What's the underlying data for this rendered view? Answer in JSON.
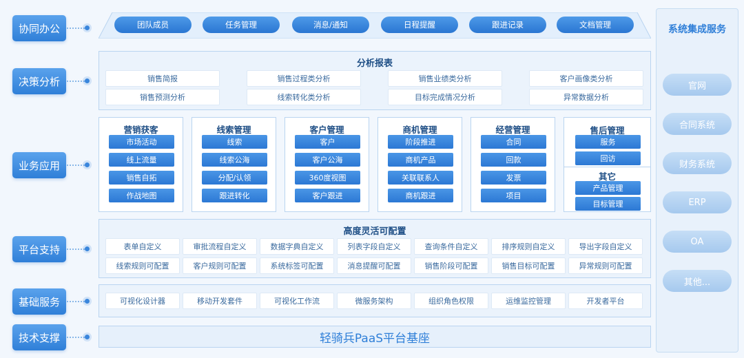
{
  "layers": {
    "collab": "协同办公",
    "decision": "决策分析",
    "business": "业务应用",
    "platform": "平台支持",
    "base": "基础服务",
    "tech": "技术支撑"
  },
  "collab_items": [
    "团队成员",
    "任务管理",
    "消息/通知",
    "日程提醒",
    "跟进记录",
    "文档管理"
  ],
  "report": {
    "title": "分析报表",
    "row1": [
      "销售简报",
      "销售过程类分析",
      "销售业绩类分析",
      "客户画像类分析"
    ],
    "row2": [
      "销售预测分析",
      "线索转化类分析",
      "目标完成情况分析",
      "异常数据分析"
    ]
  },
  "modules": [
    {
      "title": "营销获客",
      "items": [
        "市场活动",
        "线上流量",
        "销售自拓",
        "作战地图"
      ]
    },
    {
      "title": "线索管理",
      "items": [
        "线索",
        "线索公海",
        "分配/认领",
        "跟进转化"
      ]
    },
    {
      "title": "客户管理",
      "items": [
        "客户",
        "客户公海",
        "360度视图",
        "客户跟进"
      ]
    },
    {
      "title": "商机管理",
      "items": [
        "阶段推进",
        "商机产品",
        "关联联系人",
        "商机跟进"
      ]
    },
    {
      "title": "经营管理",
      "items": [
        "合同",
        "回款",
        "发票",
        "项目"
      ]
    }
  ],
  "aftersale": {
    "title": "售后管理",
    "items": [
      "服务",
      "回访"
    ]
  },
  "other": {
    "title": "其它",
    "items": [
      "产品管理",
      "目标管理"
    ]
  },
  "config": {
    "title": "高度灵活可配置",
    "row1": [
      "表单自定义",
      "审批流程自定义",
      "数据字典自定义",
      "列表字段自定义",
      "查询条件自定义",
      "排序规则自定义",
      "导出字段自定义"
    ],
    "row2": [
      "线索规则可配置",
      "客户规则可配置",
      "系统标签可配置",
      "消息提醒可配置",
      "销售阶段可配置",
      "销售目标可配置",
      "异常规则可配置"
    ]
  },
  "base_items": [
    "可视化设计器",
    "移动开发套件",
    "可视化工作流",
    "微服务架构",
    "组织角色权限",
    "运维监控管理",
    "开发者平台"
  ],
  "paas": "轻骑兵PaaS平台基座",
  "integration": {
    "title": "系统集成服务",
    "items": [
      "官网",
      "合同系统",
      "财务系统",
      "ERP",
      "OA",
      "其他..."
    ]
  }
}
